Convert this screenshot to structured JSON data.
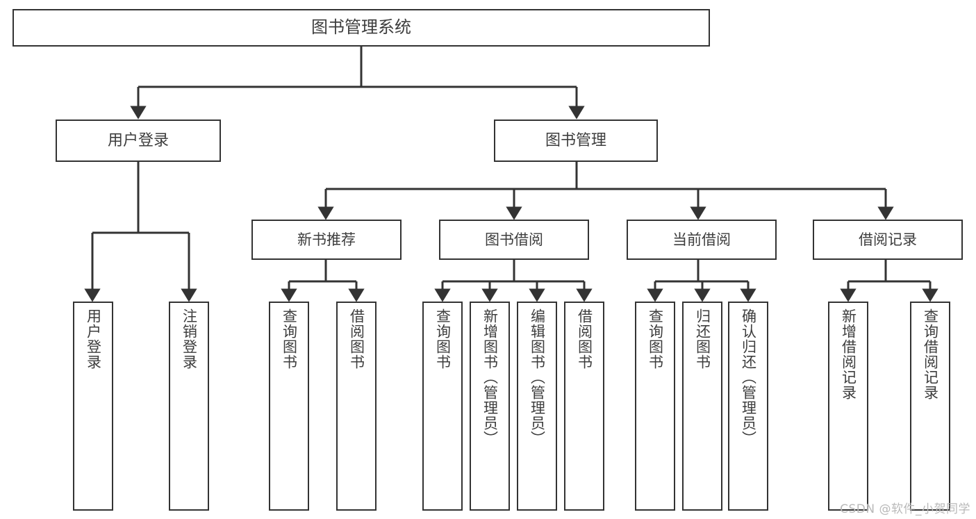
{
  "diagram": {
    "title": "图书管理系统",
    "type": "tree",
    "watermark": "CSDN @软件_小贺同学",
    "colors": {
      "box_border": "#333333",
      "box_fill": "#ffffff",
      "text": "#3d3d3d",
      "edge": "#333333",
      "watermark": "#b9b9b9",
      "background": "#ffffff"
    },
    "nodes": {
      "root": {
        "label": "图书管理系统"
      },
      "level2": [
        {
          "id": "user-login",
          "label": "用户登录"
        },
        {
          "id": "book-management",
          "label": "图书管理"
        }
      ],
      "level3": [
        {
          "id": "new-book-recommend",
          "label": "新书推荐"
        },
        {
          "id": "book-borrow",
          "label": "图书借阅"
        },
        {
          "id": "current-borrow",
          "label": "当前借阅"
        },
        {
          "id": "borrow-record",
          "label": "借阅记录"
        }
      ],
      "leaves": {
        "user-login": [
          {
            "id": "leaf-user-login",
            "label": "用户登录"
          },
          {
            "id": "leaf-logout",
            "label": "注销登录"
          }
        ],
        "new-book-recommend": [
          {
            "id": "leaf-query-book-1",
            "label": "查询图书"
          },
          {
            "id": "leaf-borrow-book-1",
            "label": "借阅图书"
          }
        ],
        "book-borrow": [
          {
            "id": "leaf-query-book-2",
            "label": "查询图书"
          },
          {
            "id": "leaf-add-book",
            "label": "新增图书（管理员）"
          },
          {
            "id": "leaf-edit-book",
            "label": "编辑图书（管理员）"
          },
          {
            "id": "leaf-borrow-book-2",
            "label": "借阅图书"
          }
        ],
        "current-borrow": [
          {
            "id": "leaf-query-book-3",
            "label": "查询图书"
          },
          {
            "id": "leaf-return-book",
            "label": "归还图书"
          },
          {
            "id": "leaf-confirm-return",
            "label": "确认归还（管理员）"
          }
        ],
        "borrow-record": [
          {
            "id": "leaf-add-record",
            "label": "新增借阅记录"
          },
          {
            "id": "leaf-query-record",
            "label": "查询借阅记录"
          }
        ]
      }
    }
  }
}
